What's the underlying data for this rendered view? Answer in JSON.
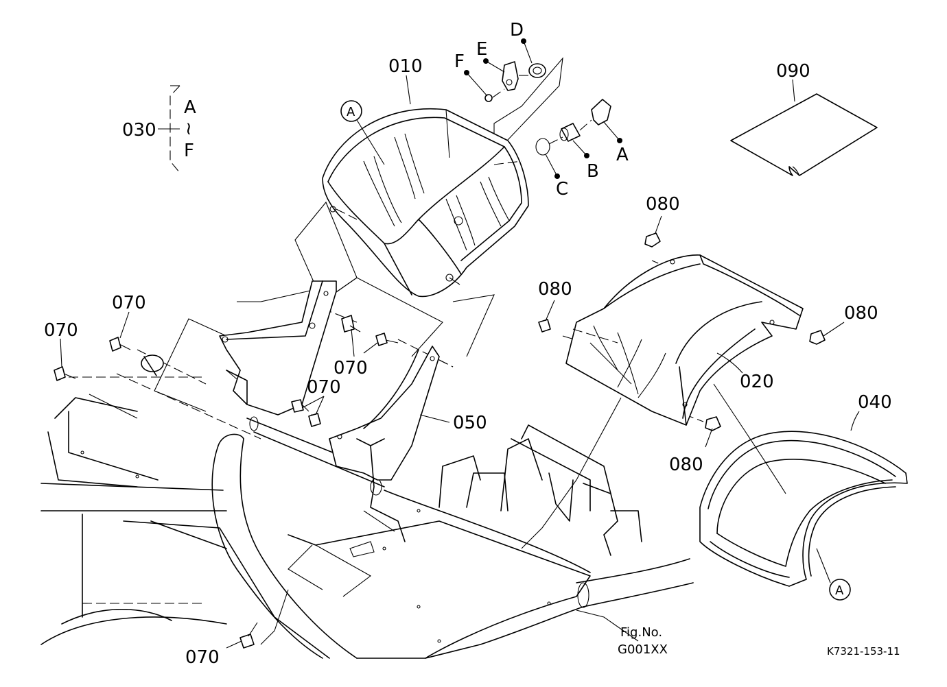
{
  "callouts": {
    "p010": "010",
    "p020": "020",
    "p030": "030",
    "p040": "040",
    "p050": "050",
    "p070_a": "070",
    "p070_b": "070",
    "p070_c": "070",
    "p070_d": "070",
    "p070_e": "070",
    "p080_a": "080",
    "p080_b": "080",
    "p080_c": "080",
    "p080_d": "080",
    "p090": "090"
  },
  "kit_030": {
    "from": "A",
    "to": "F",
    "range_mark": "≀"
  },
  "sub_parts": {
    "a": "A",
    "b": "B",
    "c": "C",
    "d": "D",
    "e": "E",
    "f": "F"
  },
  "ref_circle": {
    "a1": "A",
    "a2": "A"
  },
  "figure": {
    "label": "Fig.No.",
    "number": "G001XX"
  },
  "drawing_code": "K7321-153-11"
}
